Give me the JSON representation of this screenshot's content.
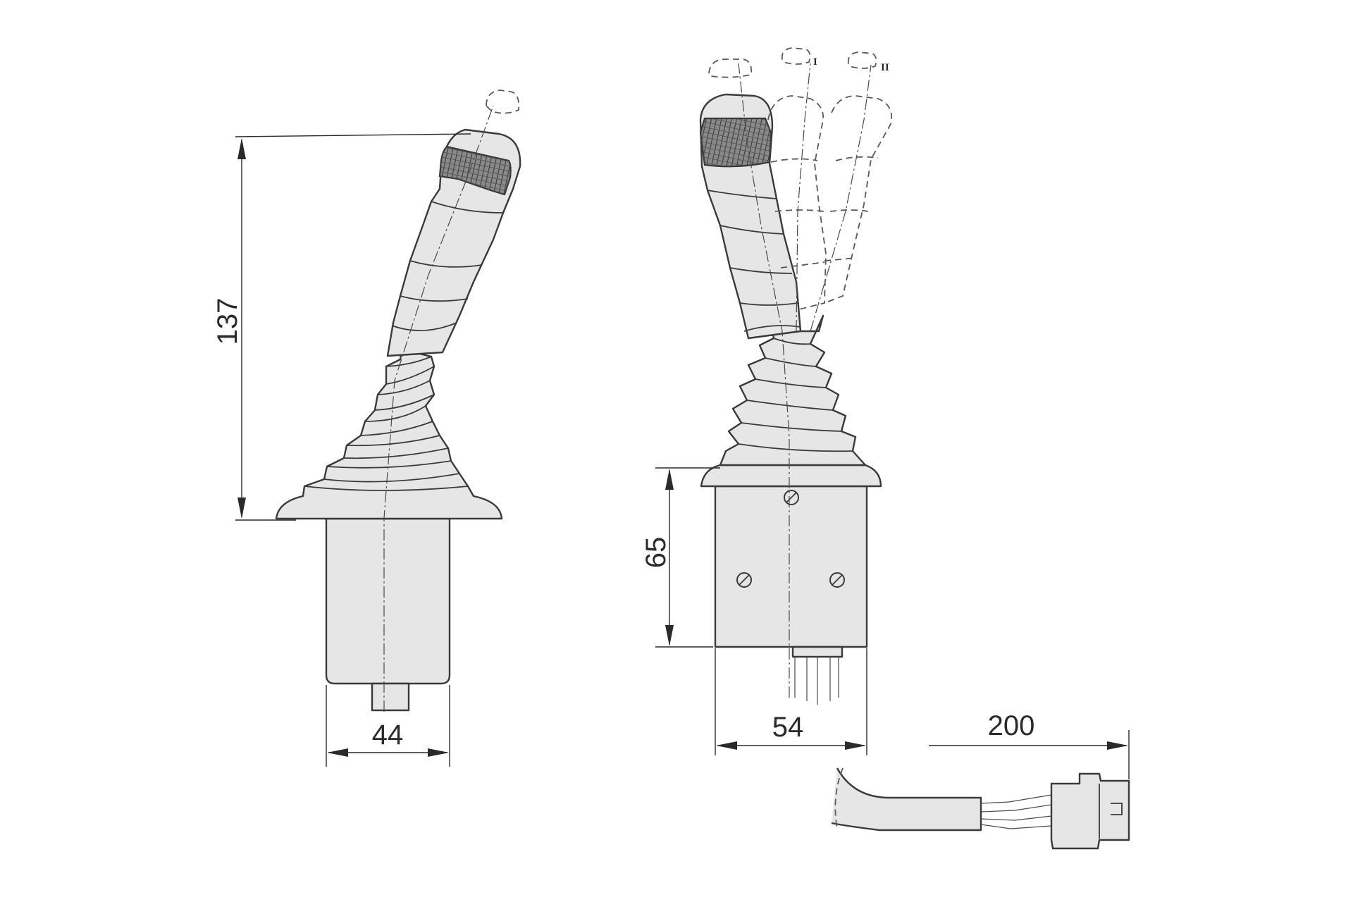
{
  "dimensions": {
    "left_height": "137",
    "left_base_width": "44",
    "right_body_height": "65",
    "right_body_width": "54",
    "cable_length": "200"
  },
  "positions": {
    "one": "I",
    "two": "II"
  }
}
